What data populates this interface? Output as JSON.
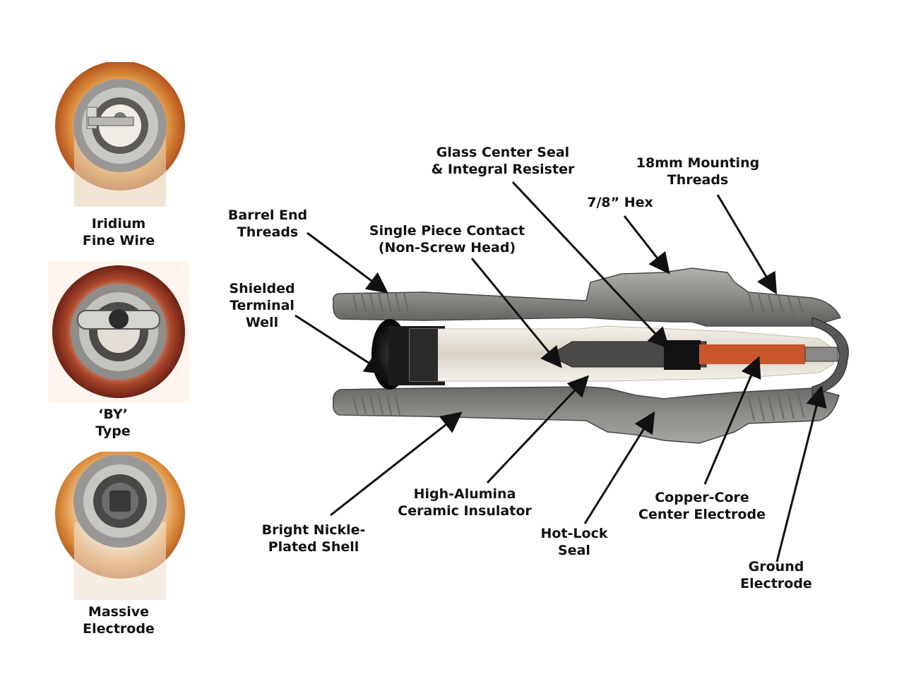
{
  "end_views": [
    {
      "label_line1": "Iridium",
      "label_line2": "Fine Wire",
      "icon": "iridium-fine-wire-tip"
    },
    {
      "label_line1": "‘BY’",
      "label_line2": "Type",
      "icon": "by-type-tip"
    },
    {
      "label_line1": "Massive",
      "label_line2": "Electrode",
      "icon": "massive-electrode-tip"
    }
  ],
  "callouts": {
    "barrel_end_threads": {
      "line1": "Barrel End",
      "line2": "Threads"
    },
    "shielded_terminal_well": {
      "line1": "Shielded",
      "line2": "Terminal",
      "line3": "Well"
    },
    "single_piece_contact": {
      "line1": "Single Piece Contact",
      "line2": "(Non-Screw Head)"
    },
    "glass_center_seal": {
      "line1": "Glass Center Seal",
      "line2": "& Integral Resister"
    },
    "hex": {
      "line1": "7/8” Hex"
    },
    "mounting_threads": {
      "line1": "18mm Mounting",
      "line2": "Threads"
    },
    "bright_nickle_shell": {
      "line1": "Bright Nickle-",
      "line2": "Plated Shell"
    },
    "high_alumina_insulator": {
      "line1": "High-Alumina",
      "line2": "Ceramic Insulator"
    },
    "hot_lock_seal": {
      "line1": "Hot-Lock",
      "line2": "Seal"
    },
    "copper_core_electrode": {
      "line1": "Copper-Core",
      "line2": "Center Electrode"
    },
    "ground_electrode": {
      "line1": "Ground",
      "line2": "Electrode"
    }
  },
  "colors": {
    "metal": "#8e8c8a",
    "metal_dark": "#6f6d6b",
    "ceramic": "#e8e4dc",
    "copper": "#c9552a",
    "copper_gasket": "#d9822f",
    "glass_seal": "#1a1a1a"
  }
}
